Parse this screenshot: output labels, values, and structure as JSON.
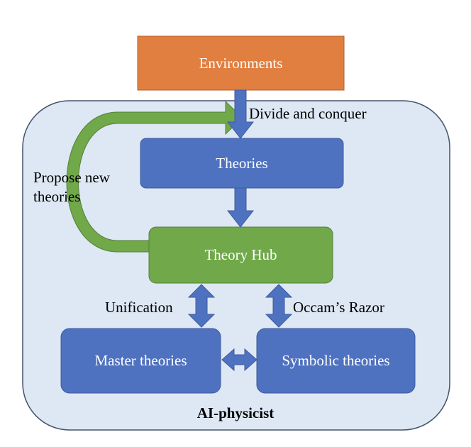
{
  "boxes": {
    "environments": "Environments",
    "theories": "Theories",
    "theory_hub": "Theory Hub",
    "master_theories": "Master theories",
    "symbolic_theories": "Symbolic theories"
  },
  "labels": {
    "divide_and_conquer": "Divide and conquer",
    "propose_new_theories": [
      "Propose new",
      "theories"
    ],
    "unification": "Unification",
    "occams_razor": "Occam’s Razor",
    "container_title": "AI-physicist"
  },
  "colors": {
    "container_fill": "#dee8f4",
    "container_stroke": "#44546a",
    "environments_fill": "#e07f40",
    "blue_box_fill": "#4f72c0",
    "green_box_fill": "#70a84a",
    "arrow_blue": "#4f72c0",
    "arrow_green": "#70a84a"
  }
}
